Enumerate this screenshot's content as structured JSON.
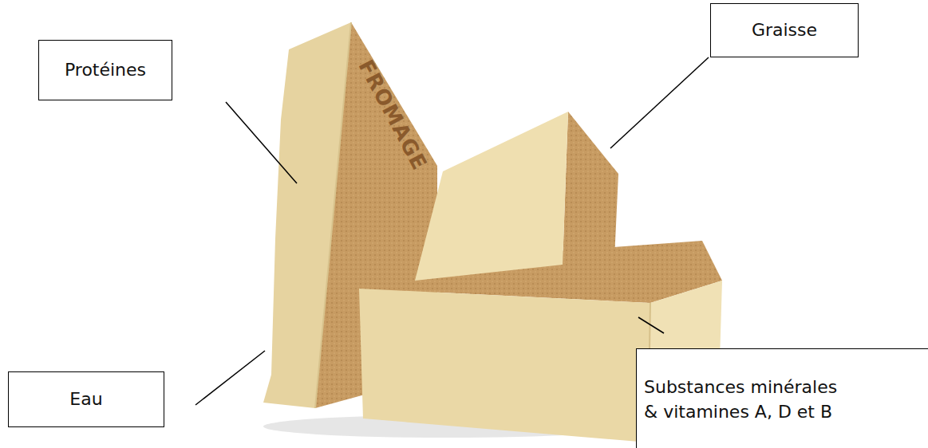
{
  "diagram": {
    "nodes": [
      {
        "text": [
          "Protéines"
        ]
      },
      {
        "text": [
          "Graisse"
        ]
      },
      {
        "text": [
          "Eau"
        ]
      },
      {
        "text": [
          "Substances minérales & vitamines A, D et B"
        ]
      }
    ],
    "labels": [
      "FROMAGE"
    ]
  }
}
